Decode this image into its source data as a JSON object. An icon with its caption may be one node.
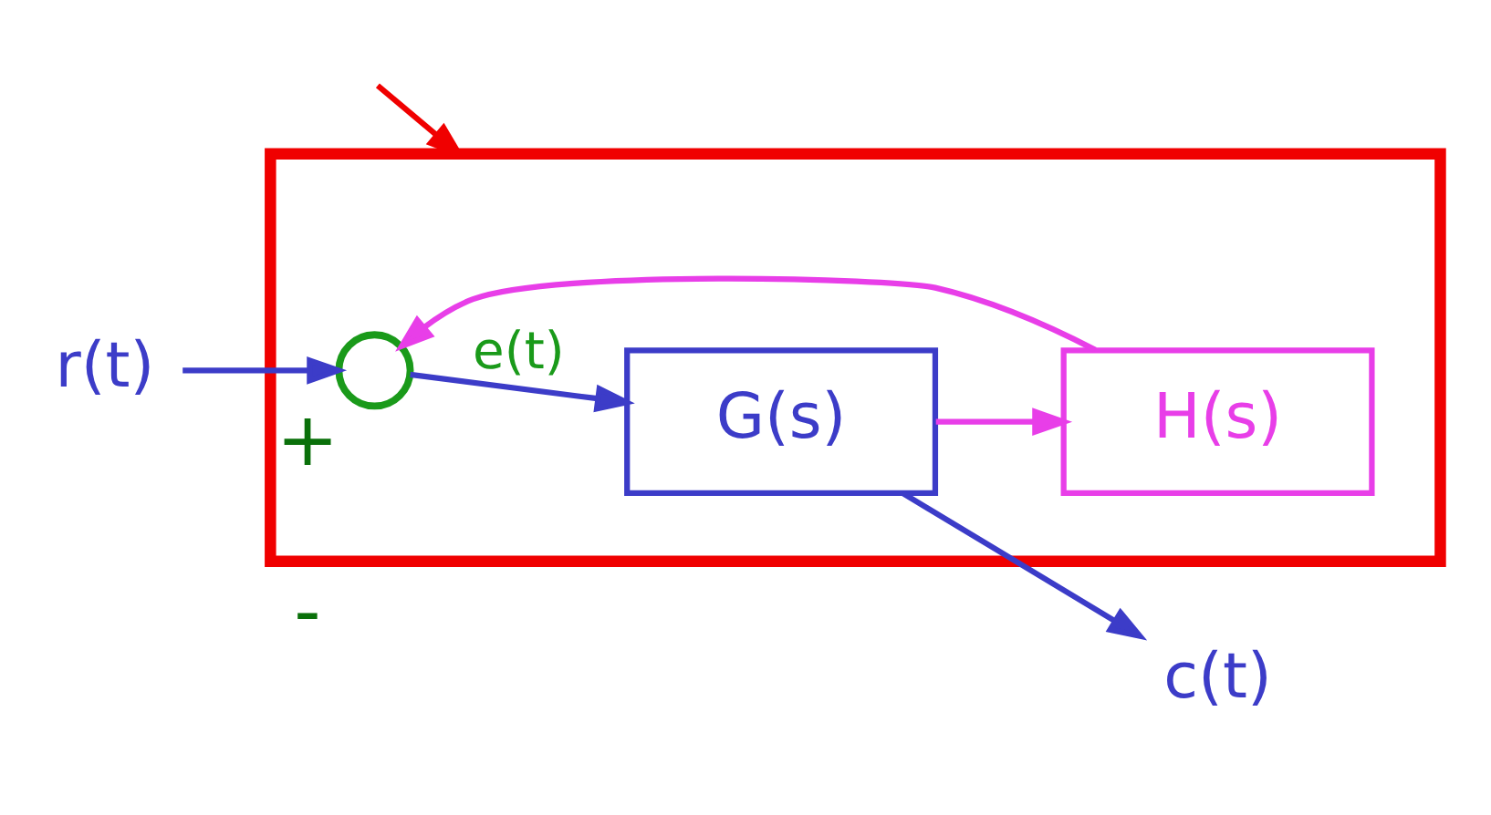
{
  "diagram": {
    "nodes": [
      {
        "text": [],
        "shape": "box"
      },
      {
        "text": [
          "r(t)"
        ]
      },
      {
        "text": [],
        "shape": "circle",
        "in": 0,
        "beside": [
          "+",
          "-"
        ]
      },
      {
        "text": [
          "G(s)"
        ],
        "in": 0
      },
      {
        "text": [
          "H(s)"
        ],
        "in": 0
      },
      {
        "text": [
          "c(t)"
        ]
      }
    ],
    "edges": [
      {
        "from": 1,
        "to": 2,
        "arrow": "to"
      },
      {
        "from": 2,
        "to": 3,
        "arrow": "to",
        "label": "e(t)"
      },
      {
        "from": 3,
        "to": 5,
        "arrow": "to"
      },
      {
        "from": 3,
        "to": 4,
        "arrow": "to",
        "color": "#e83ee8"
      },
      {
        "from": 4,
        "to": 2,
        "arrow": "to",
        "color": "#e83ee8"
      },
      {
        "from": null,
        "to": 0,
        "arrow": "to",
        "color": "#f00000"
      }
    ]
  }
}
